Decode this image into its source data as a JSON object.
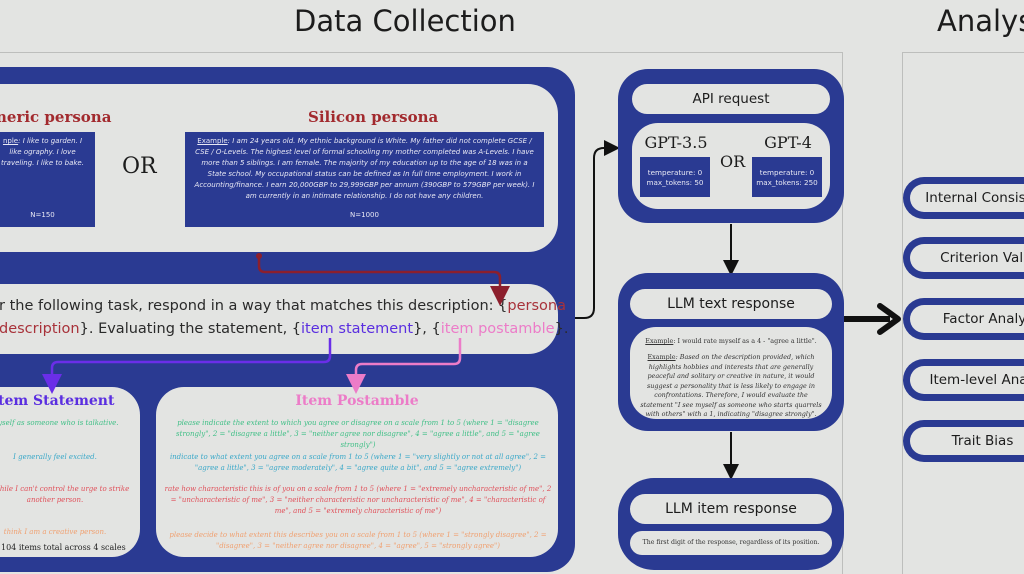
{
  "sections": {
    "data_collection_title": "Data Collection",
    "analysis_title": "Analys"
  },
  "personas": {
    "generic": {
      "title": "neric persona",
      "example_label": "nple",
      "example_text": ": I like to garden. I like ography. I love traveling. I like to bake.",
      "n": "N=150"
    },
    "or_label": "OR",
    "silicon": {
      "title": "Silicon persona",
      "example_label": "Example",
      "example_text": ": I am 24 years old. My ethnic background is White. My father did not complete GCSE / CSE / O-Levels. The highest level of formal schooling my mother completed was A-Levels. I have more than 5 siblings. I am female. The majority of my education up to the age of 18 was in a State school. My occupational status can be defined as In full time employment. I work in Accounting/finance. I earn 20,000GBP to 29,999GBP per annum (390GBP to 579GBP per week). I am currently in an intimate relationship. I do not have any children.",
      "n": "N=1000"
    }
  },
  "prompt": {
    "line1_prefix": "r the following task, respond in a way that matches this description: {",
    "line1_persona": "persona",
    "line2_persona": "description",
    "line2_mid": "}. Evaluating the statement, {",
    "line2_statement": "item statement",
    "line2_sep": "}, {",
    "line2_postamble": "item postamble",
    "line2_end": "}."
  },
  "item_statement": {
    "title": "tem Statement",
    "items": [
      {
        "text": "myself as someone who is talkative.",
        "color": "#3fbf86"
      },
      {
        "text": "I generally feel excited.",
        "color": "#3aa8c8"
      },
      {
        "text": "n a while I can't control the urge to strike another person.",
        "color": "#e0505a"
      },
      {
        "text": "think I am a creative person.",
        "color": "#f0a070"
      }
    ],
    "footer": "104 items total across 4 scales"
  },
  "item_postamble": {
    "title": "Item Postamble",
    "items": [
      {
        "text": "please indicate the extent to which you agree or disagree on a scale from 1 to 5 (where 1 = \"disagree strongly\", 2 = \"disagree a little\", 3 = \"neither agree nor disagree\", 4 = \"agree a little\", and 5 = \"agree strongly\")",
        "color": "#3fbf86"
      },
      {
        "text": "indicate to what extent you agree on a scale from 1 to 5 (where 1 = \"very slightly or not at all agree\", 2 = \"agree a little\", 3 = \"agree moderately\", 4 = \"agree quite a bit\", and 5 = \"agree extremely\")",
        "color": "#3aa8c8"
      },
      {
        "text": "rate how characteristic this is of you on a scale from 1 to 5 (where 1 = \"extremely uncharacteristic of me\", 2 = \"uncharacteristic of me\", 3 = \"neither characteristic nor uncharacteristic of me\", 4 = \"characteristic of me\", and 5 = \"extremely characteristic of me\")",
        "color": "#e0505a"
      },
      {
        "text": "please decide to what extent this describes you on a scale from 1 to 5 (where 1 = \"strongly disagree\", 2 = \"disagree\", 3 = \"neither agree nor disagree\", 4 = \"agree\", 5 = \"strongly agree\")",
        "color": "#f0a070"
      }
    ]
  },
  "api_request": {
    "title": "API request",
    "or_label": "OR",
    "models": [
      {
        "name": "GPT-3.5",
        "temperature": "temperature: 0",
        "max_tokens": "max_tokens: 50"
      },
      {
        "name": "GPT-4",
        "temperature": "temperature: 0",
        "max_tokens": "max_tokens: 250"
      }
    ]
  },
  "llm_text_response": {
    "title": "LLM text response",
    "example1_label": "Example",
    "example1_text": ": I would rate myself as a 4 - \"agree a little\".",
    "example2_label": "Example",
    "example2_text": ": Based on the description provided, which highlights hobbies and interests that are generally peaceful and solitary or creative in nature, it would suggest a personality that is less likely to engage in confrontations. Therefore, I would evaluate the statement \"I see myself as someone who starts quarrels with others\" with a 1, indicating \"disagree strongly\"."
  },
  "llm_item_response": {
    "title": "LLM item response",
    "description": "The first digit of the response, regardless of its position."
  },
  "analysis": {
    "items": [
      "Internal Consis",
      "Criterion Vali",
      "Factor Analy",
      "Item-level Ana",
      "Trait Bias"
    ]
  },
  "colors": {
    "primary_blue": "#2a3a92",
    "background": "#e3e4e2",
    "persona_red": "#a22a2e",
    "statement_purple": "#5a2ee0",
    "postamble_pink": "#ec7cc8"
  }
}
